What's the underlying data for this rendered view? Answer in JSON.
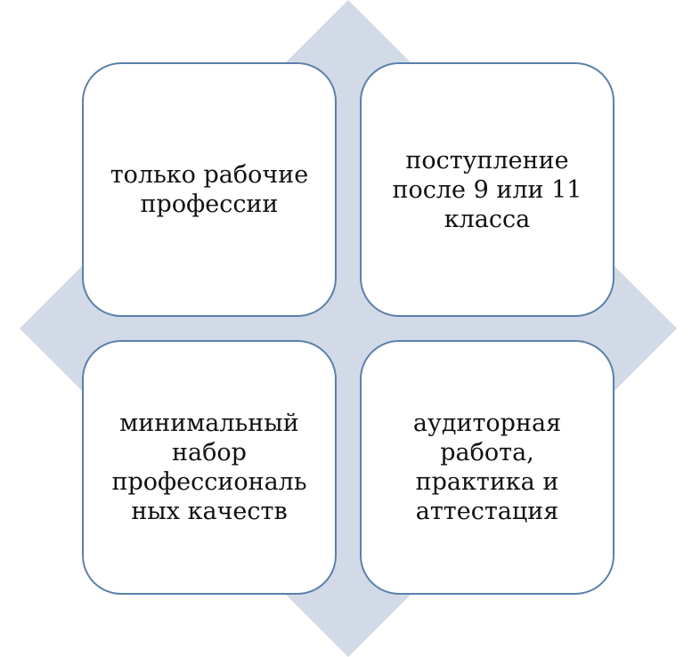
{
  "colors": {
    "diamond": "#d2dae8",
    "card_border": "#5b80aa",
    "card_fill": "#ffffff",
    "text": "#111111"
  },
  "cards": {
    "top_left": {
      "lines": [
        "только рабочие",
        "профессии"
      ]
    },
    "top_right": {
      "lines": [
        "поступление",
        "после 9 или 11",
        "класса"
      ]
    },
    "bottom_left": {
      "lines": [
        "минимальный",
        "набор",
        "профессиональ",
        "ных качеств"
      ]
    },
    "bottom_right": {
      "lines": [
        "аудиторная",
        "работа,",
        "практика и",
        "аттестация"
      ]
    }
  }
}
